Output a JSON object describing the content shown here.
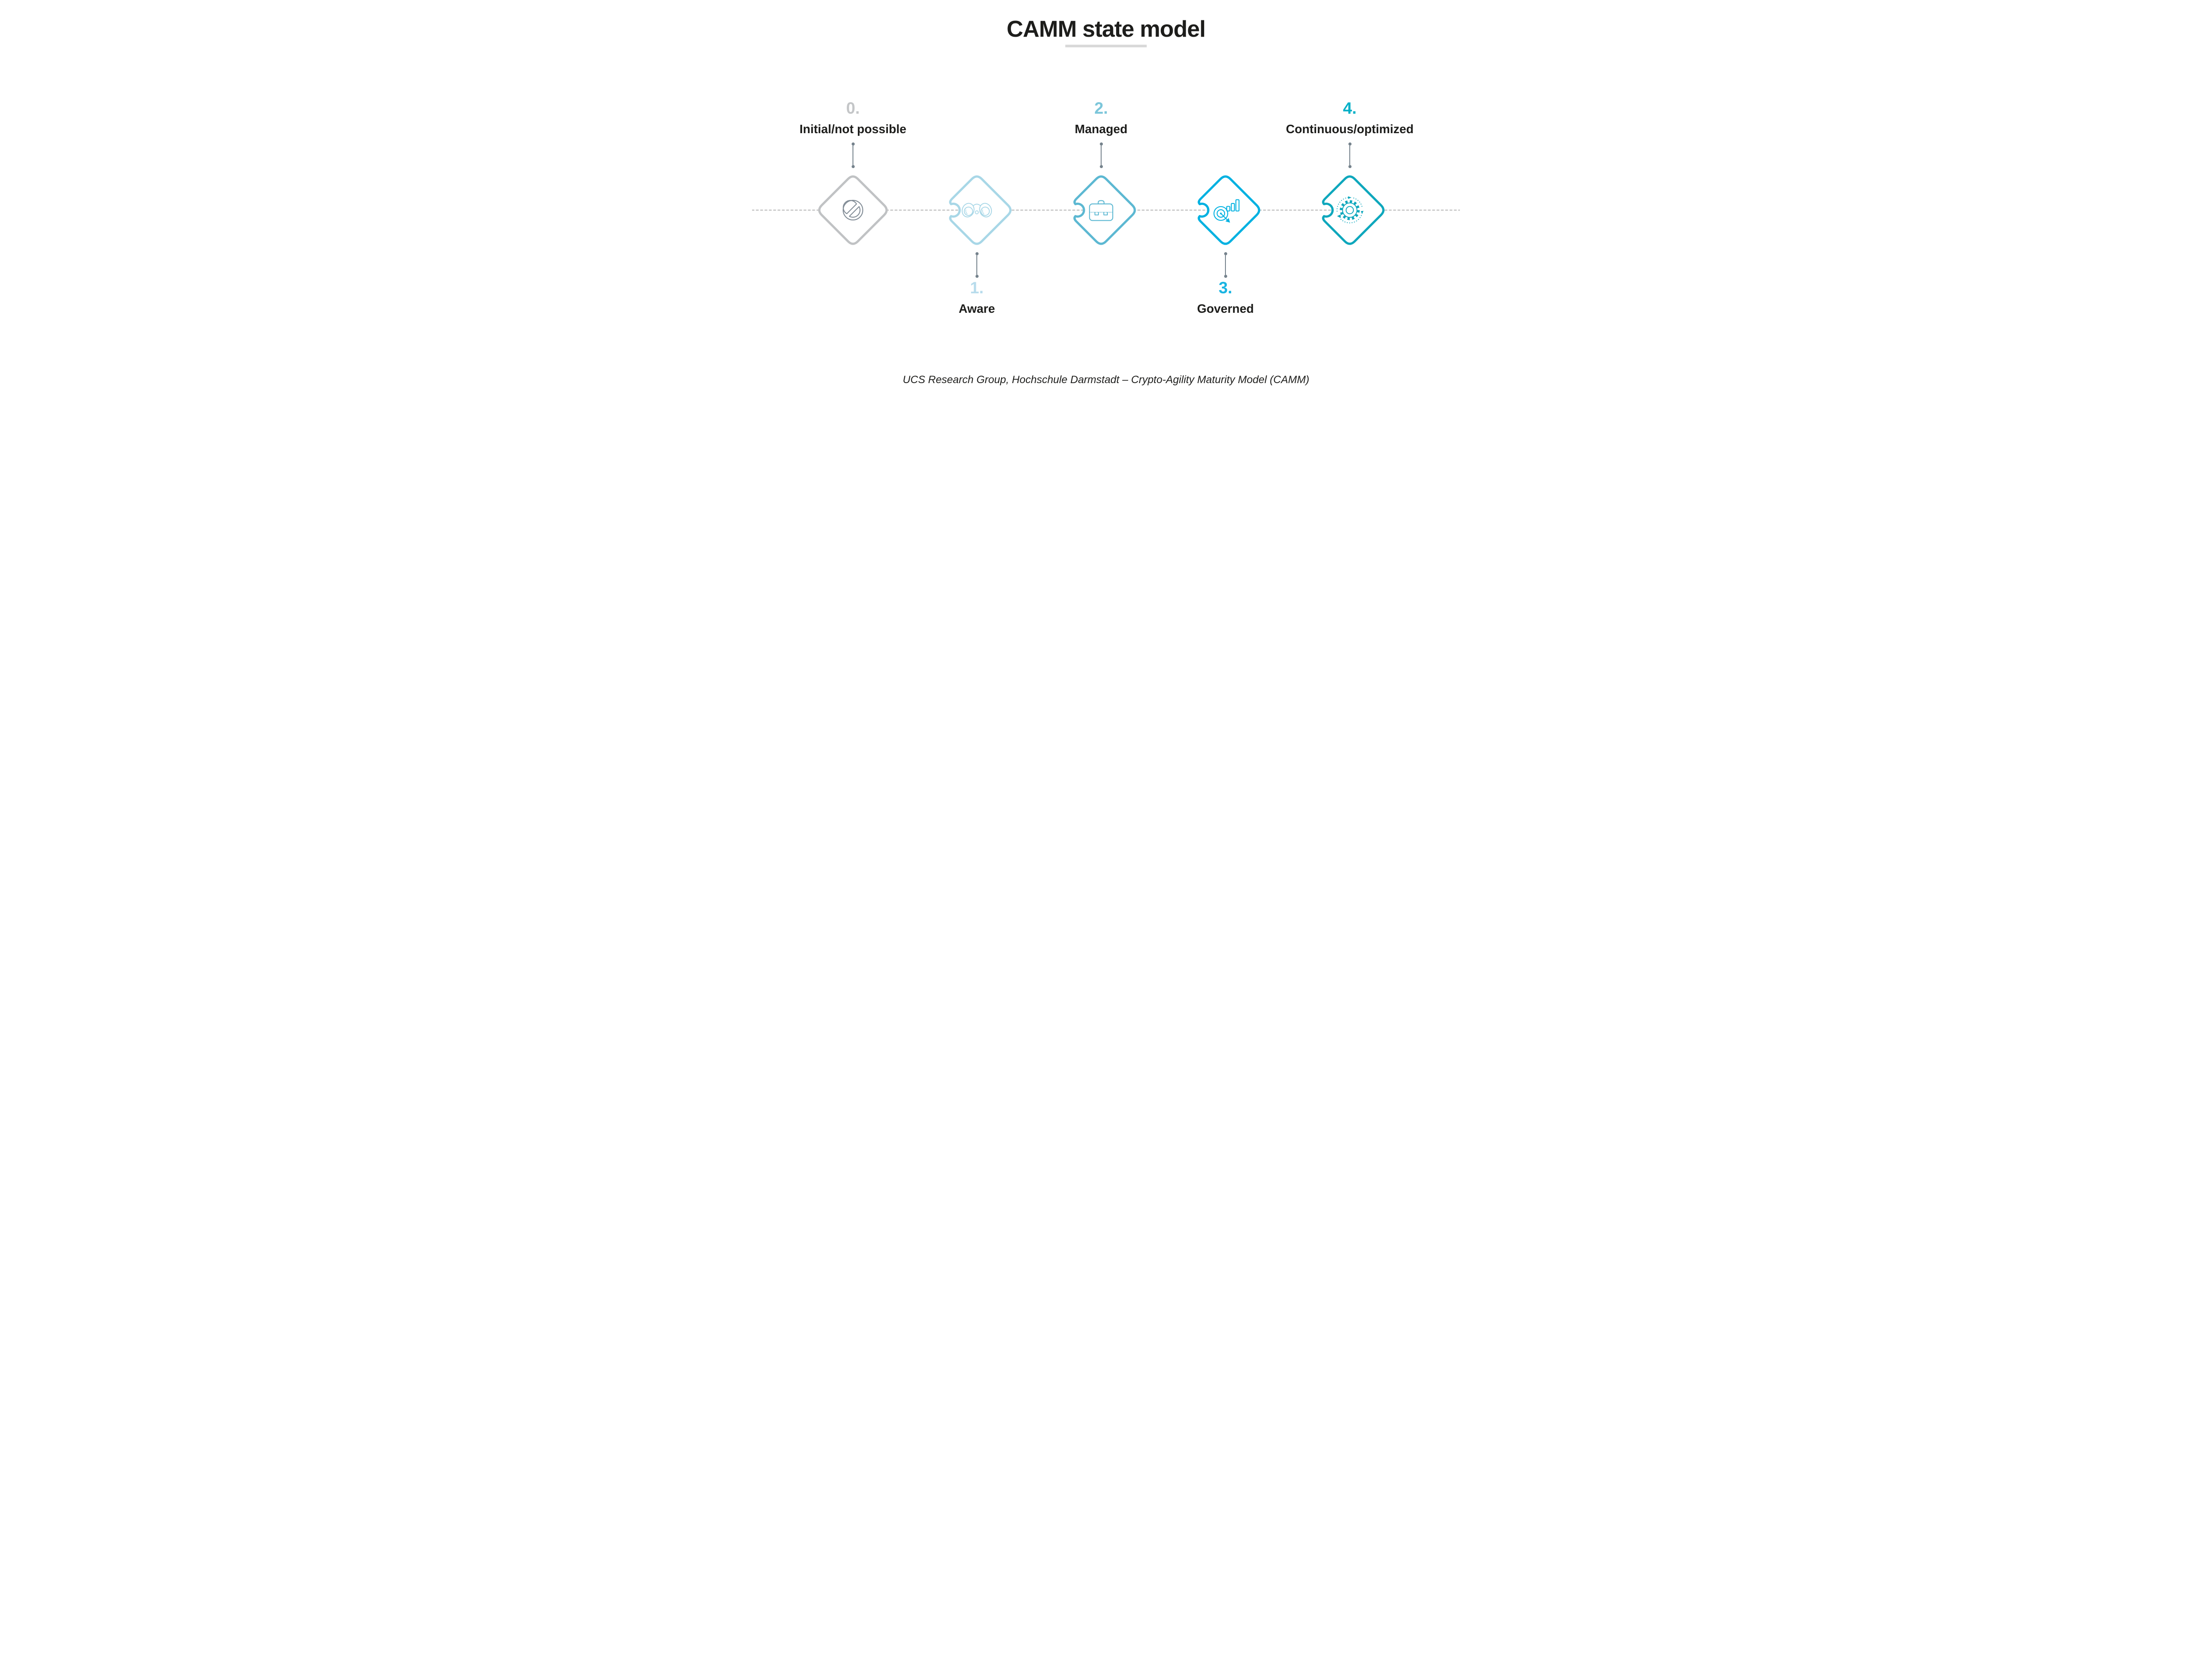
{
  "page": {
    "title": "CAMM state model",
    "footer": "UCS Research Group, Hochschule Darmstadt – Crypto-Agility Maturity Model (CAMM)"
  },
  "colors": {
    "background": "#ffffff",
    "text": "#1d1d1b",
    "title_underline": "#d9d9d9",
    "timeline_dashes": "#c6c6c6",
    "connector": "#75828c"
  },
  "timeline": {
    "type": "maturity-scale",
    "direction": "left-to-right",
    "stage_count": 5
  },
  "stages": [
    {
      "number": "0.",
      "label": "Initial/not possible",
      "label_position": "above",
      "icon": "prohibition-icon",
      "number_color": "#c4c6c8",
      "diamond_color": "#c0c2c4",
      "icon_color": "#838d97",
      "notched_left": false
    },
    {
      "number": "1.",
      "label": "Aware",
      "label_position": "below",
      "icon": "binoculars-icon",
      "number_color": "#b8dcec",
      "diamond_color": "#a8d7e7",
      "icon_color": "#a8d7e7",
      "notched_left": true
    },
    {
      "number": "2.",
      "label": "Managed",
      "label_position": "above",
      "icon": "briefcase-icon",
      "number_color": "#7cc6da",
      "diamond_color": "#5cb8d2",
      "icon_color": "#5cb8d2",
      "notched_left": true
    },
    {
      "number": "3.",
      "label": "Governed",
      "label_position": "below",
      "icon": "target-growth-icon",
      "number_color": "#19b4e2",
      "diamond_color": "#00b1e1",
      "icon_color": "#00b1e1",
      "notched_left": true
    },
    {
      "number": "4.",
      "label": "Continuous/optimized",
      "label_position": "above",
      "icon": "gear-rotation-icon",
      "number_color": "#00b0c7",
      "diamond_color": "#0ea7bc",
      "icon_color": "#0ea7bc",
      "notched_left": true
    }
  ]
}
